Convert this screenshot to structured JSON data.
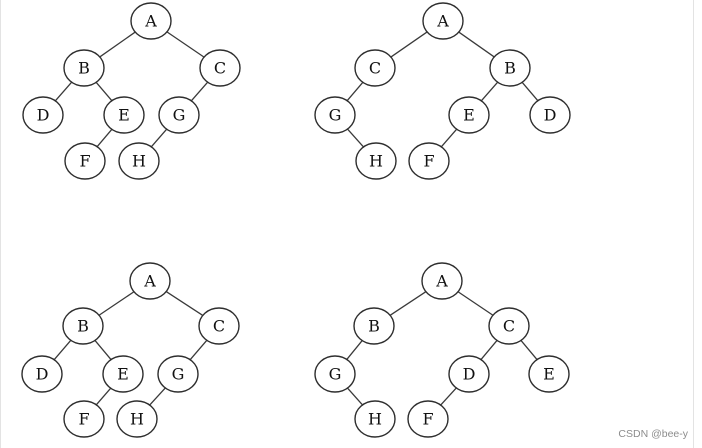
{
  "trees": [
    {
      "nodes": [
        "A",
        "B",
        "C",
        "D",
        "E",
        "G",
        "F",
        "H"
      ],
      "edges": [
        [
          "A",
          "B"
        ],
        [
          "A",
          "C"
        ],
        [
          "B",
          "D"
        ],
        [
          "B",
          "E"
        ],
        [
          "C",
          "G"
        ],
        [
          "E",
          "F"
        ],
        [
          "G",
          "H"
        ]
      ]
    },
    {
      "nodes": [
        "A",
        "C",
        "B",
        "G",
        "E",
        "D",
        "H",
        "F"
      ],
      "edges": [
        [
          "A",
          "C"
        ],
        [
          "A",
          "B"
        ],
        [
          "C",
          "G"
        ],
        [
          "B",
          "E"
        ],
        [
          "B",
          "D"
        ],
        [
          "G",
          "H"
        ],
        [
          "E",
          "F"
        ]
      ]
    },
    {
      "nodes": [
        "A",
        "B",
        "C",
        "D",
        "E",
        "G",
        "F",
        "H"
      ],
      "edges": [
        [
          "A",
          "B"
        ],
        [
          "A",
          "C"
        ],
        [
          "B",
          "D"
        ],
        [
          "B",
          "E"
        ],
        [
          "C",
          "G"
        ],
        [
          "E",
          "F"
        ],
        [
          "G",
          "H"
        ]
      ]
    },
    {
      "nodes": [
        "A",
        "B",
        "C",
        "G",
        "D",
        "E",
        "H",
        "F"
      ],
      "edges": [
        [
          "A",
          "B"
        ],
        [
          "A",
          "C"
        ],
        [
          "B",
          "G"
        ],
        [
          "C",
          "D"
        ],
        [
          "C",
          "E"
        ],
        [
          "G",
          "H"
        ],
        [
          "D",
          "F"
        ]
      ]
    }
  ],
  "watermark": "CSDN @bee-y",
  "colors": {
    "stroke": "#2e2e2e",
    "text": "#111111",
    "watermark": "#8c8c8c",
    "background": "#ffffff"
  }
}
